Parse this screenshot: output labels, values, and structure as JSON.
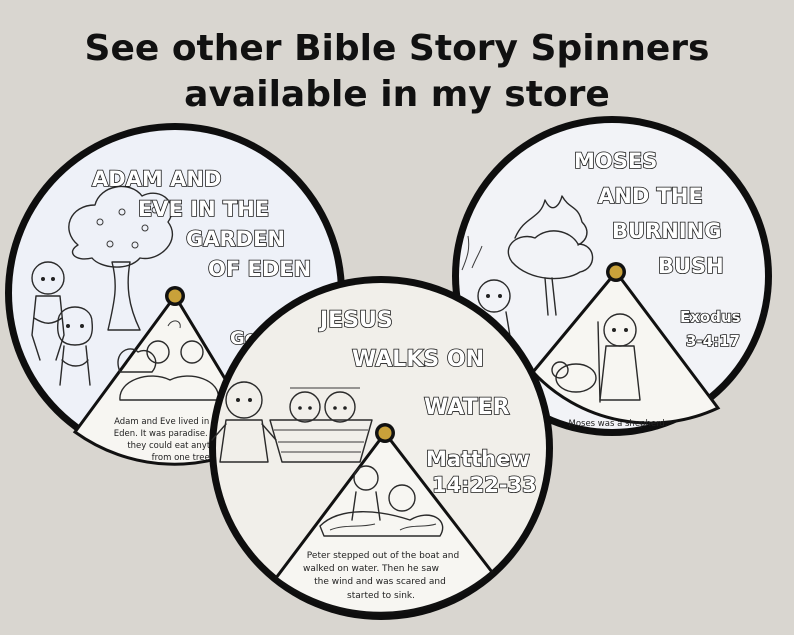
{
  "headline": {
    "line1": "See other Bible Story Spinners",
    "line2": "available in my store"
  },
  "spinners": {
    "adam_eve": {
      "title": [
        "ADAM AND",
        "EVE IN THE",
        "GARDEN",
        "OF EDEN"
      ],
      "reference_fragment": "Ge",
      "caption": [
        "Adam and Eve lived in the",
        "Eden.  It was paradise. The",
        "they could eat anything",
        "from one tree."
      ]
    },
    "moses": {
      "title": [
        "MOSES",
        "AND THE",
        "BURNING",
        "BUSH"
      ],
      "reference": [
        "Exodus",
        "3-4:17"
      ],
      "caption": "Moses was a shepherd."
    },
    "jesus": {
      "title": [
        "JESUS",
        "WALKS ON",
        "WATER"
      ],
      "reference": [
        "Matthew",
        "14:22-33"
      ],
      "caption": [
        "Peter stepped out of the boat and",
        "walked on water.  Then he saw",
        "the wind and was scared and",
        "started to sink."
      ]
    }
  },
  "colors": {
    "background": "#d9d6d0",
    "adam_paper": "#eef1f8",
    "moses_paper": "#f2f3f7",
    "jesus_paper": "#f1efea",
    "rim": "#0e0e0e",
    "brad": "#c9a13a"
  }
}
